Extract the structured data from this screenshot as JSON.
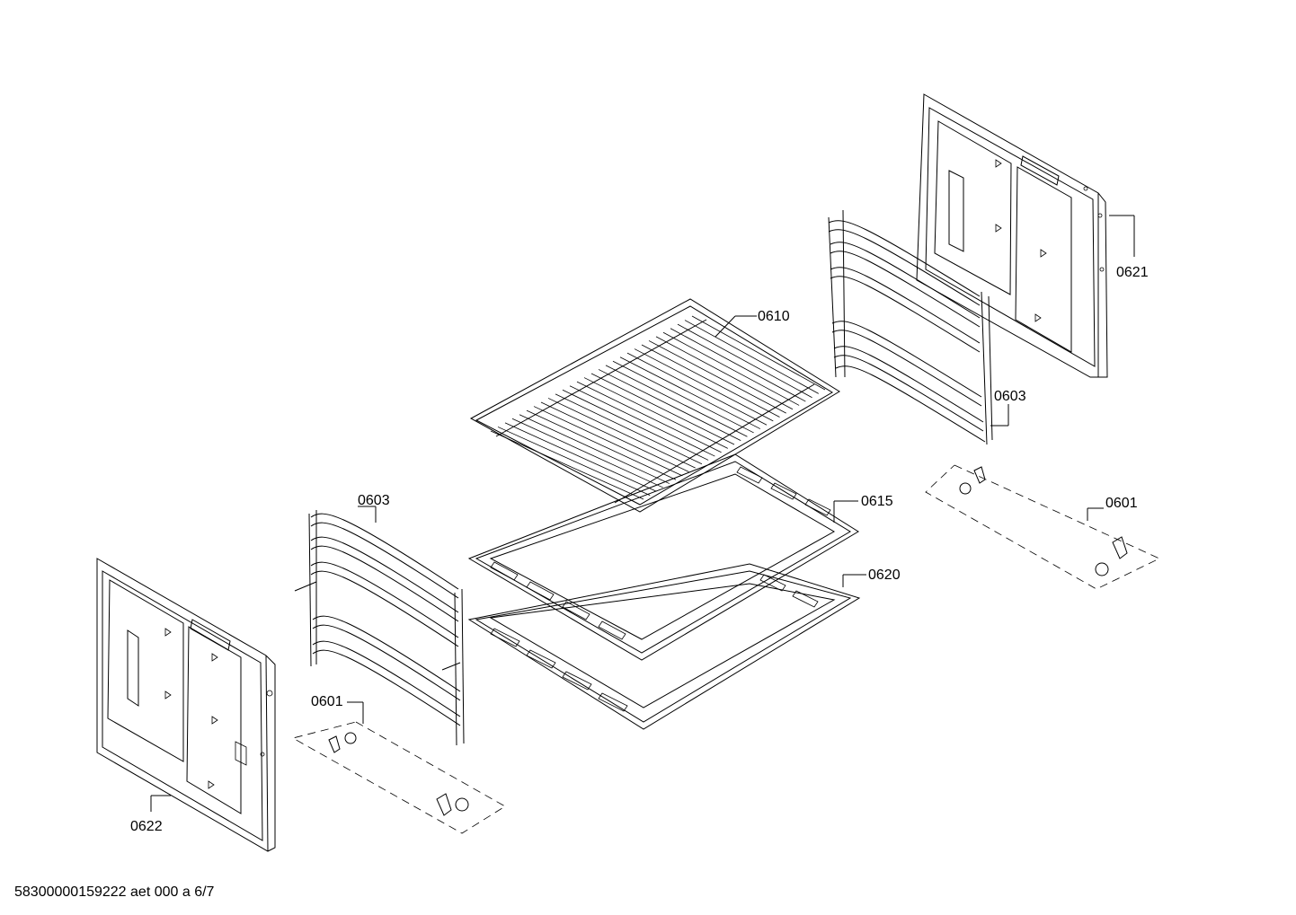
{
  "labels": {
    "rack": "0610",
    "shelf_support_right": "0603",
    "shelf_support_left": "0603",
    "tray": "0615",
    "pan": "0620",
    "side_panel_right": "0621",
    "side_panel_left": "0622",
    "fixing_kit_right": "0601",
    "fixing_kit_left": "0601"
  },
  "footer": "58300000159222 aet 000 a 6/7"
}
